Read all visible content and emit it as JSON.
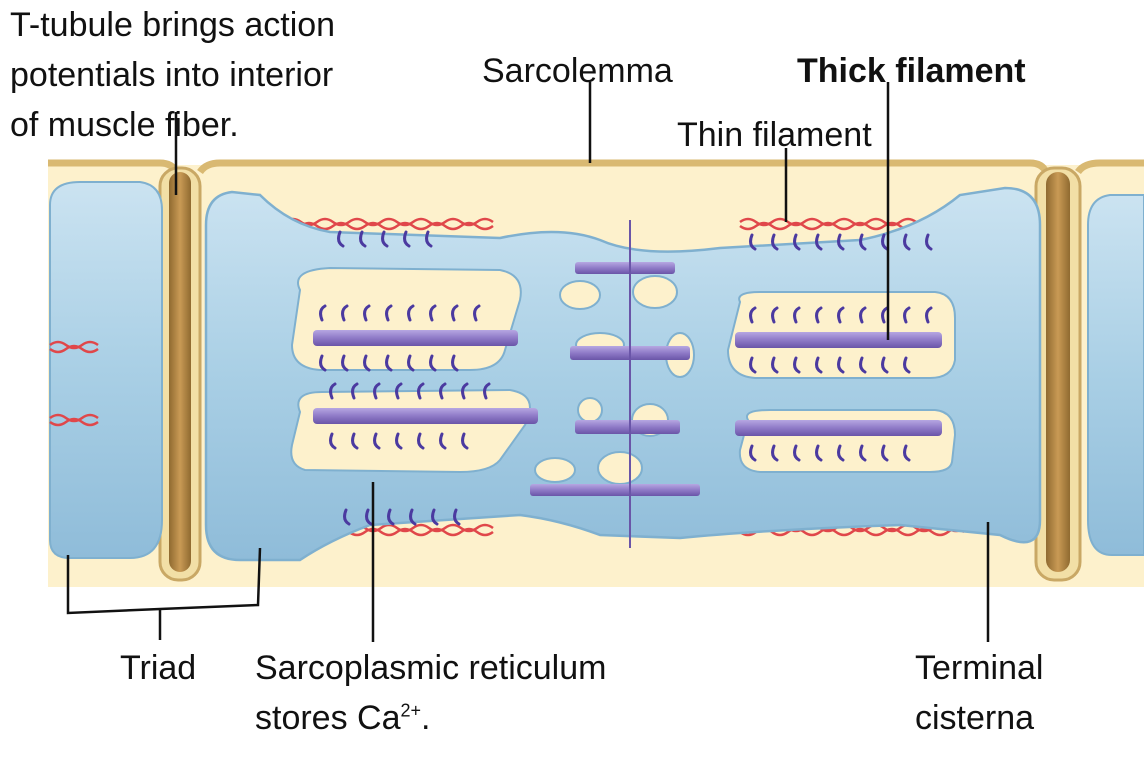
{
  "labels": {
    "ttubule": [
      "T-tubule brings action",
      "potentials into interior",
      "of muscle fiber."
    ],
    "sarcolemma": "Sarcolemma",
    "thick_filament": "Thick filament",
    "thin_filament": "Thin filament",
    "triad": "Triad",
    "sr_line1": "Sarcoplasmic reticulum",
    "sr_line2_prefix": "stores Ca",
    "sr_line2_sup": "2+",
    "sr_line2_suffix": ".",
    "terminal": [
      "Terminal",
      "cisterna"
    ]
  },
  "colors": {
    "cytoplasm": "#fdf1cc",
    "sarcolemma": "#d9b972",
    "ttubule": "#b98b45",
    "reticulum": "#a9cfe5",
    "reticulum_edge": "#7fb0cf",
    "thick_filament": "#8f7ac7",
    "myosin_head": "#4b3aa0",
    "thin_filament": "#e0474a",
    "leader": "#111111"
  }
}
